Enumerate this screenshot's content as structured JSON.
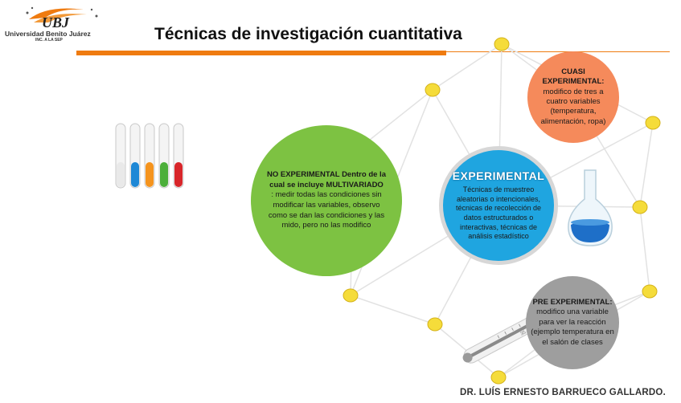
{
  "header": {
    "logo_text": "Universidad Benito Juárez",
    "logo_sub": "INC. A LA SEP",
    "title": "Técnicas de investigación cuantitativa"
  },
  "circles": {
    "no_experimental": {
      "heading": "NO EXPERIMENTAL Dentro de la cual se incluye MULTIVARIADO",
      "body": ": medir todas las condiciones sin modificar las variables, observo como se dan las condiciones y las mido, pero no las modifico"
    },
    "experimental": {
      "heading": "EXPERIMENTAL",
      "body": "Técnicas de muestreo aleatorias o intencionales, técnicas de recolección de datos estructurados o interactivas, técnicas de análisis estadístico"
    },
    "cuasi": {
      "heading": "CUASI EXPERIMENTAL:",
      "body": "modifico de tres a cuatro variables (temperatura, alimentación, ropa)"
    },
    "pre": {
      "heading": "PRE EXPERIMENTAL:",
      "body": "modifico una variable para ver la reacción (ejemplo temperatura en el salón de clases"
    }
  },
  "footer": {
    "author": "DR. LUÍS ERNESTO BARRUECO GALLARDO."
  },
  "colors": {
    "accent_orange": "#ef7b10",
    "green": "#7dc242",
    "blue": "#1fa5e0",
    "salmon": "#f58a5b",
    "gray": "#9e9e9e",
    "node_yellow": "#f5dc3a"
  },
  "images": {
    "logo": "university-logo",
    "test_tubes": "test-tubes-image",
    "flask": "flask-image",
    "thermometer": "thermometer-image"
  }
}
